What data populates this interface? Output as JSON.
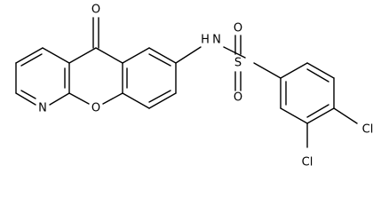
{
  "molecule": {
    "atoms": {
      "carbonyl_oxygen": "O",
      "amide_nitrogen": "N",
      "amide_hydrogen": "H",
      "sulfur": "S",
      "sulfonyl_oxygen_top": "O",
      "sulfonyl_oxygen_bottom": "O",
      "pyridine_nitrogen": "N",
      "ring_oxygen": "O",
      "chlorine_upper": "Cl",
      "chlorine_lower": "Cl"
    },
    "colors": {
      "bond": "#000000",
      "label": "#000000",
      "background": "#ffffff"
    }
  }
}
